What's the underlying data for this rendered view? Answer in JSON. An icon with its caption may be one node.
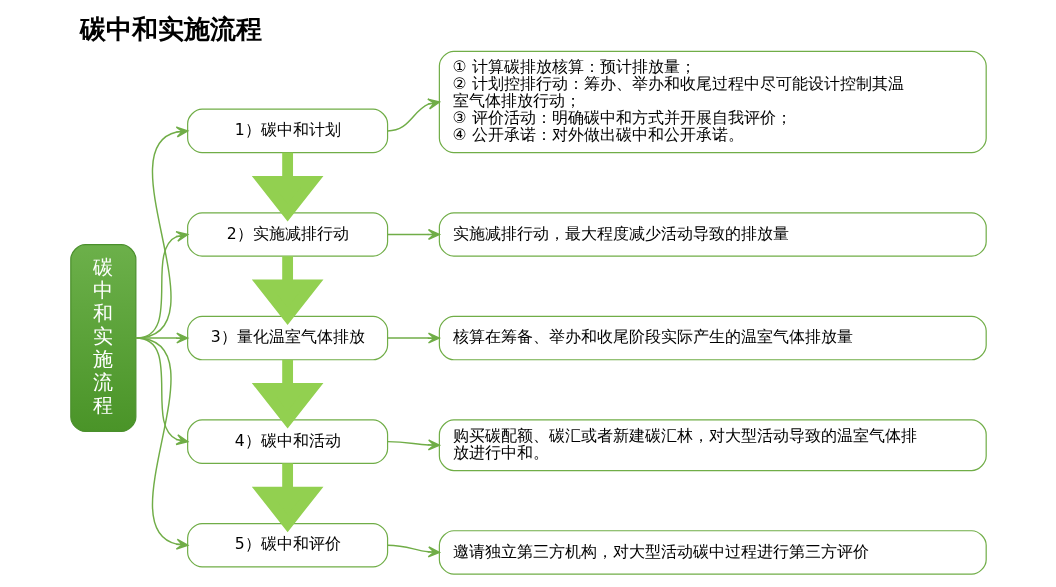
{
  "diagram": {
    "title": "碳中和实施流程",
    "nodes": [
      {
        "text": [
          "碳中和实施流程"
        ]
      },
      {
        "text": [
          "1）碳中和计划"
        ]
      },
      {
        "text": [
          "2）实施减排行动"
        ]
      },
      {
        "text": [
          "3）量化温室气体排放"
        ]
      },
      {
        "text": [
          "4）碳中和活动"
        ]
      },
      {
        "text": [
          "5）碳中和评价"
        ]
      },
      {
        "text": [
          "① 计算碳排放核算：预计排放量；",
          "② 计划控排行动：筹办、举办和收尾过程中尽可能设计控制其温室气体排放行动；",
          "③ 评价活动：明确碳中和方式并开展自我评价；",
          "④ 公开承诺：对外做出碳中和公开承诺。"
        ]
      },
      {
        "text": [
          "实施减排行动，最大程度减少活动导致的排放量"
        ]
      },
      {
        "text": [
          "核算在筹备、举办和收尾阶段实际产生的温室气体排放量"
        ]
      },
      {
        "text": [
          "购买碳配额、碳汇或者新建碳汇林，对大型活动导致的温室气体排放进行中和。"
        ]
      },
      {
        "text": [
          "邀请独立第三方机构，对大型活动碳中过程进行第三方评价"
        ]
      }
    ],
    "edges": [
      {
        "from": 0,
        "to": 1,
        "arrow": "to"
      },
      {
        "from": 0,
        "to": 2,
        "arrow": "to"
      },
      {
        "from": 0,
        "to": 3,
        "arrow": "to"
      },
      {
        "from": 0,
        "to": 4,
        "arrow": "to"
      },
      {
        "from": 0,
        "to": 5,
        "arrow": "to"
      },
      {
        "from": 1,
        "to": 6,
        "arrow": "to"
      },
      {
        "from": 2,
        "to": 7,
        "arrow": "to"
      },
      {
        "from": 3,
        "to": 8,
        "arrow": "to"
      },
      {
        "from": 4,
        "to": 9,
        "arrow": "to"
      },
      {
        "from": 5,
        "to": 10,
        "arrow": "to"
      },
      {
        "from": 1,
        "to": 2,
        "arrow": "to",
        "style": "thick",
        "color": "#92d050"
      },
      {
        "from": 2,
        "to": 3,
        "arrow": "to",
        "style": "thick",
        "color": "#92d050"
      },
      {
        "from": 3,
        "to": 4,
        "arrow": "to",
        "style": "thick",
        "color": "#92d050"
      },
      {
        "from": 4,
        "to": 5,
        "arrow": "to",
        "style": "thick",
        "color": "#92d050"
      }
    ]
  }
}
